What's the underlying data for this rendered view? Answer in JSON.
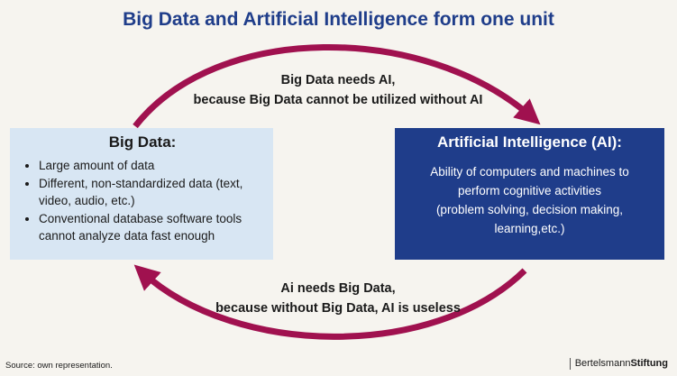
{
  "title": "Big Data and Artificial Intelligence form one unit",
  "top_caption": {
    "line1": "Big Data needs AI,",
    "line2": "because Big Data cannot be utilized without AI"
  },
  "bottom_caption": {
    "line1": "Ai needs Big Data,",
    "line2": "because without Big Data, AI is useless"
  },
  "big_data": {
    "heading": "Big Data:",
    "items": [
      "Large amount of data",
      "Different, non-standardized data (text, video, audio, etc.)",
      "Conventional database software tools cannot analyze data fast enough"
    ]
  },
  "ai": {
    "heading": "Artificial Intelligence (AI):",
    "lines": [
      "Ability of computers and machines to",
      "perform cognitive activities",
      "(problem solving, decision making,",
      "learning,etc.)"
    ]
  },
  "source": "Source: own representation.",
  "logo": {
    "part1": "Bertelsmann",
    "part2": "Stiftung"
  },
  "colors": {
    "background": "#f6f4ef",
    "title": "#1f3d8a",
    "arrow": "#a0114f",
    "left_box": "#d8e6f3",
    "right_box": "#1f3d8a"
  }
}
